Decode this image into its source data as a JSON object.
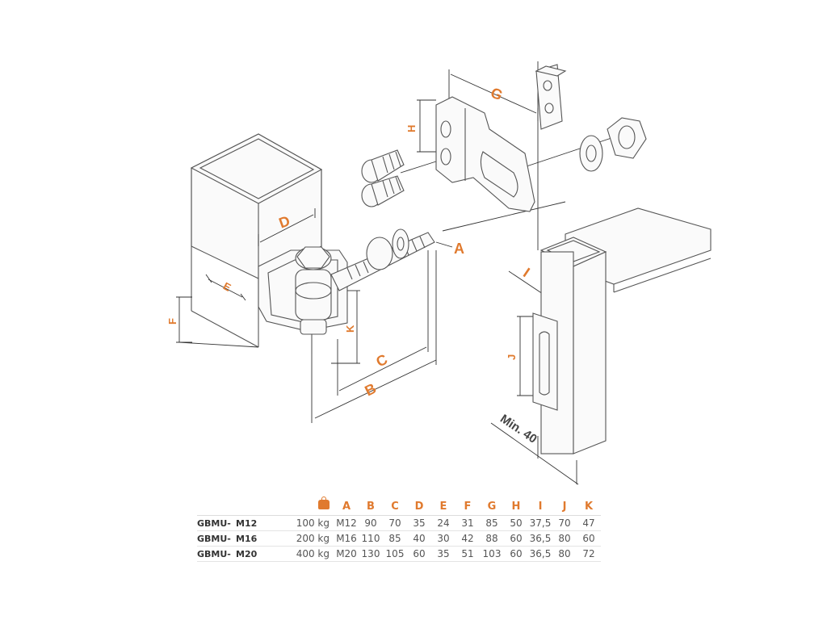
{
  "colors": {
    "accent": "#e07a2e",
    "line": "#555555",
    "text": "#555555"
  },
  "labels": {
    "A": "A",
    "B": "B",
    "C": "C",
    "D": "D",
    "E": "E",
    "F": "F",
    "G": "G",
    "H": "H",
    "I": "I",
    "J": "J",
    "K": "K",
    "min": "Min. 40"
  },
  "table": {
    "load_icon": "weight-icon",
    "headers": [
      "A",
      "B",
      "C",
      "D",
      "E",
      "F",
      "G",
      "H",
      "I",
      "J",
      "K"
    ],
    "rows": [
      {
        "model": "GBMU-",
        "size": "M12",
        "load": "100 kg",
        "values": [
          "M12",
          "90",
          "70",
          "35",
          "24",
          "31",
          "85",
          "50",
          "37,5",
          "70",
          "47"
        ]
      },
      {
        "model": "GBMU-",
        "size": "M16",
        "load": "200 kg",
        "values": [
          "M16",
          "110",
          "85",
          "40",
          "30",
          "42",
          "88",
          "60",
          "36,5",
          "80",
          "60"
        ]
      },
      {
        "model": "GBMU-",
        "size": "M20",
        "load": "400 kg",
        "values": [
          "M20",
          "130",
          "105",
          "60",
          "35",
          "51",
          "103",
          "60",
          "36,5",
          "80",
          "72"
        ]
      }
    ]
  }
}
